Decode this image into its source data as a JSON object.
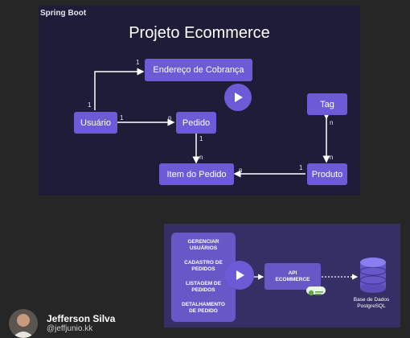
{
  "slide1": {
    "brand": "Spring Boot",
    "title": "Projeto Ecommerce",
    "nodes": {
      "endereco": "Endereço de Cobrança",
      "usuario": "Usuário",
      "pedido": "Pedido",
      "item_pedido": "Item do Pedido",
      "produto": "Produto",
      "tag": "Tag"
    },
    "multiplicities": {
      "usuario_endereco_1a": "1",
      "usuario_endereco_1b": "1",
      "usuario_pedido_1": "1",
      "usuario_pedido_n": "n",
      "pedido_item_1": "1",
      "pedido_item_n": "n",
      "produto_item_1": "1",
      "produto_item_n": "n",
      "produto_tag_n1": "n",
      "produto_tag_n2": "n"
    },
    "accent_color": "#6c5bd6",
    "background_color": "#1e1c37"
  },
  "slide2": {
    "panel_items": [
      "GERENCIAR\nUSUÁRIOS",
      "CADASTRO DE\nPEDIDOS",
      "LISTAGEM DE\nPEDIDOS",
      "DETALHAMENTO\nDE PEDIDO"
    ],
    "api_label": "API\nECOMMERCE",
    "db_label": "Base de Dados\nPostgreSQL",
    "background_color": "#343066"
  },
  "presenter": {
    "name": "Jefferson Silva",
    "handle": "@jeffjunio.kk"
  }
}
